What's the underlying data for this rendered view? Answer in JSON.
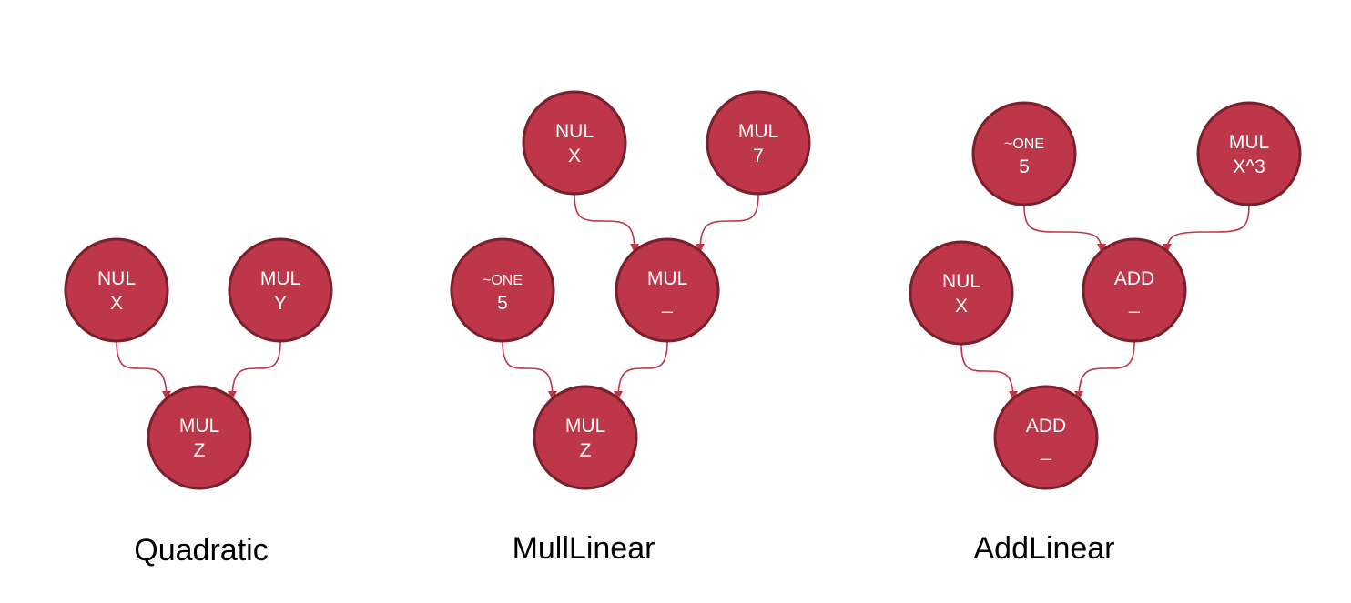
{
  "colors": {
    "node_fill": "#bd3649",
    "node_stroke": "#7a1f2c",
    "edge": "#bd3649",
    "node_text": "#ffffff"
  },
  "diagrams": [
    {
      "caption": "Quadratic",
      "nodes": [
        {
          "id": "q1",
          "line1": "NUL",
          "line2": "X"
        },
        {
          "id": "q2",
          "line1": "MUL",
          "line2": "Y"
        },
        {
          "id": "q3",
          "line1": "MUL",
          "line2": "Z"
        }
      ]
    },
    {
      "caption": "MullLinear",
      "nodes": [
        {
          "id": "m1",
          "line1": "NUL",
          "line2": "X"
        },
        {
          "id": "m2",
          "line1": "MUL",
          "line2": "7"
        },
        {
          "id": "m3",
          "line1": "~ONE",
          "line2": "5"
        },
        {
          "id": "m4",
          "line1": "MUL",
          "line2": "_"
        },
        {
          "id": "m5",
          "line1": "MUL",
          "line2": "Z"
        }
      ]
    },
    {
      "caption": "AddLinear",
      "nodes": [
        {
          "id": "a1",
          "line1": "~ONE",
          "line2": "5"
        },
        {
          "id": "a2",
          "line1": "MUL",
          "line2": "X^3"
        },
        {
          "id": "a3",
          "line1": "NUL",
          "line2": "X"
        },
        {
          "id": "a4",
          "line1": "ADD",
          "line2": "_"
        },
        {
          "id": "a5",
          "line1": "ADD",
          "line2": "_"
        }
      ]
    }
  ],
  "edges": [
    {
      "from": "q1",
      "to": "q3"
    },
    {
      "from": "q2",
      "to": "q3"
    },
    {
      "from": "m1",
      "to": "m4"
    },
    {
      "from": "m2",
      "to": "m4"
    },
    {
      "from": "m3",
      "to": "m5"
    },
    {
      "from": "m4",
      "to": "m5"
    },
    {
      "from": "a1",
      "to": "a4"
    },
    {
      "from": "a2",
      "to": "a4"
    },
    {
      "from": "a3",
      "to": "a5"
    },
    {
      "from": "a4",
      "to": "a5"
    }
  ]
}
